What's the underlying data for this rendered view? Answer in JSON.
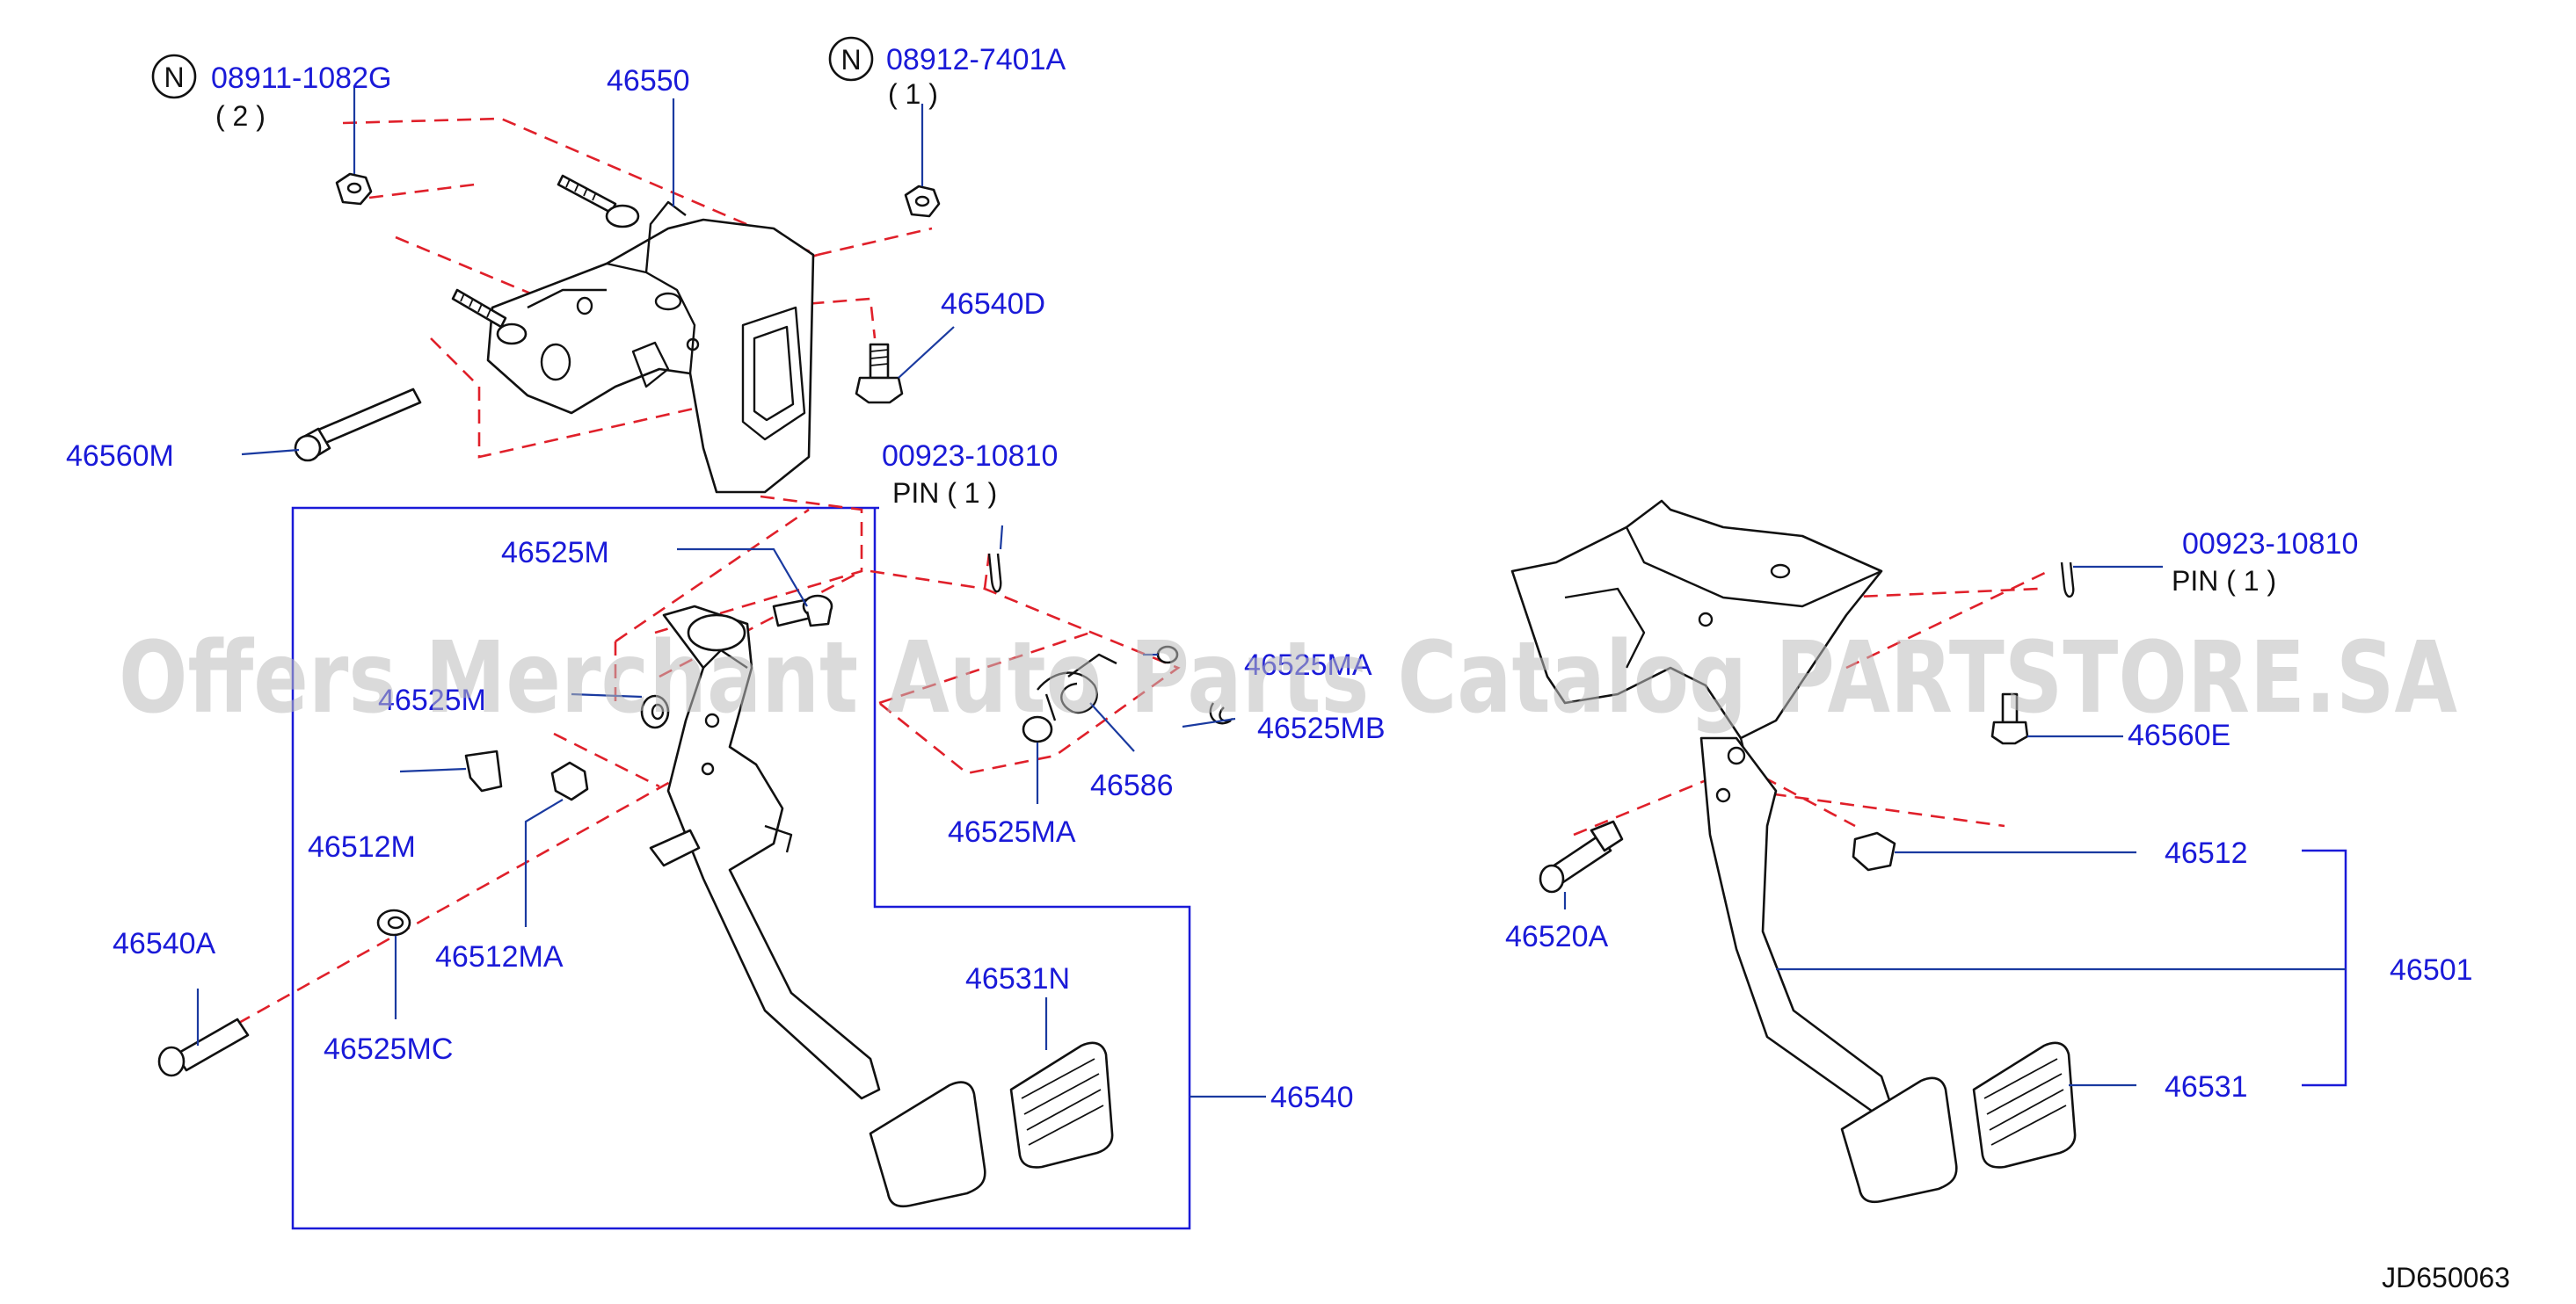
{
  "watermark": "Offers Merchant Auto Parts Catalog PARTSTORE.SA",
  "diagram_code": "JD650063",
  "n_symbol": "N",
  "callouts": {
    "nut_left": {
      "part": "08911-1082G",
      "qty": "( 2 )"
    },
    "nut_right": {
      "part": "08912-7401A",
      "qty": "( 1 )"
    },
    "bracket": {
      "part": "46550"
    },
    "bolt_d": {
      "part": "46540D"
    },
    "bolt_m": {
      "part": "46560M"
    },
    "pin_left": {
      "part": "00923-10810",
      "qty": "PIN  ( 1 )"
    },
    "bush_m_top": {
      "part": "46525M"
    },
    "bush_m_mid": {
      "part": "46525M"
    },
    "bush_ma_right": {
      "part": "46525MA"
    },
    "clip_mb": {
      "part": "46525MB"
    },
    "spring": {
      "part": "46586"
    },
    "bush_ma_low": {
      "part": "46525MA"
    },
    "stopper_m": {
      "part": "46512M"
    },
    "stopper_ma": {
      "part": "46512MA"
    },
    "bolt_a": {
      "part": "46540A"
    },
    "bush_mc": {
      "part": "46525MC"
    },
    "pad_n": {
      "part": "46531N"
    },
    "pedal_assy_left": {
      "part": "46540"
    },
    "pin_right": {
      "part": "00923-10810",
      "qty": "PIN    ( 1 )"
    },
    "bolt_e": {
      "part": "46560E"
    },
    "stopper": {
      "part": "46512"
    },
    "pedal_assy_right": {
      "part": "46501"
    },
    "bolt_520a": {
      "part": "46520A"
    },
    "pad": {
      "part": "46531"
    }
  }
}
